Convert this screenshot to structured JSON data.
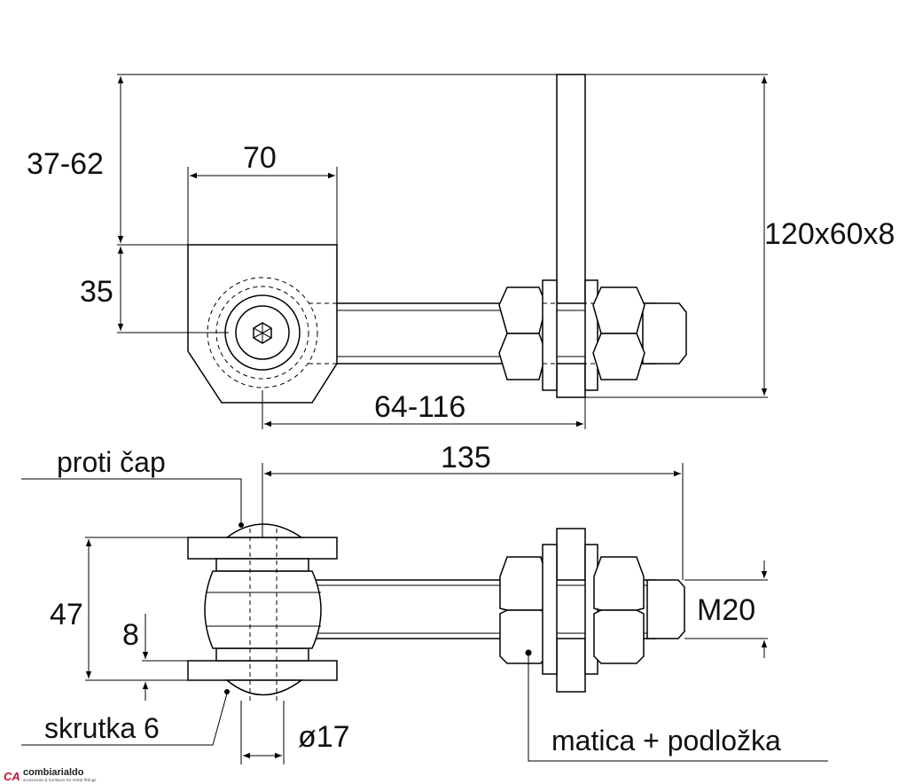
{
  "dimensions": {
    "top_height_range": "37-62",
    "bracket_width": "70",
    "bracket_height": "35",
    "plate_size": "120x60x8",
    "adjust_range": "64-116",
    "overall_length": "135",
    "hinge_height": "47",
    "cap_height": "8",
    "thread": "M20",
    "diameter": "ø17"
  },
  "labels": {
    "counter_cap": "proti čap",
    "screw": "skrutka 6",
    "nut_washer": "matica + podložka"
  },
  "logo": {
    "mark": "CA",
    "name": "combiarialdo",
    "tagline": "accessories & hardware for metal fittings"
  }
}
